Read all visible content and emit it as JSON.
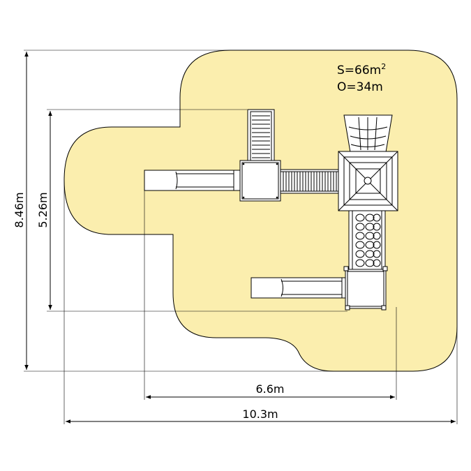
{
  "area": {
    "surface": "S=66m",
    "surface_exponent": "2",
    "perimeter": "O=34m"
  },
  "dimensions": {
    "total_height": "8.46m",
    "inner_height": "5.26m",
    "inner_width": "6.6m",
    "total_width": "10.3m"
  },
  "colors": {
    "safety_zone": "#fbeeae",
    "safety_zone_outline": "#000000",
    "equipment": "#ffffff"
  }
}
